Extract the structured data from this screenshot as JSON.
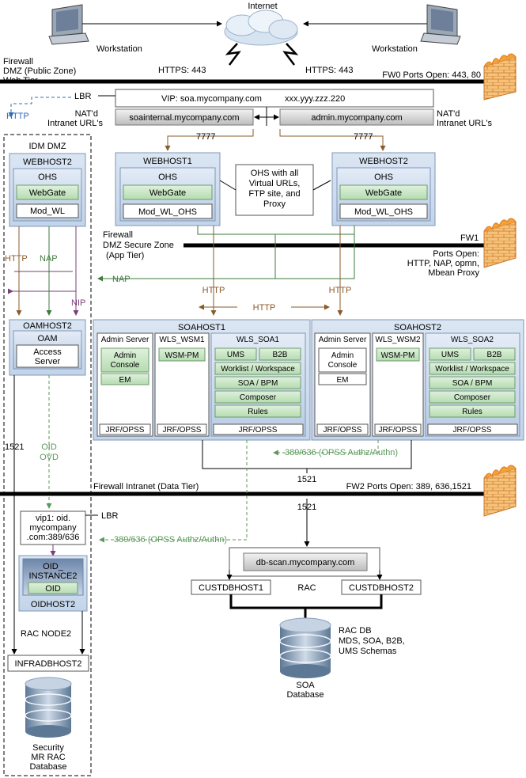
{
  "internet": "Internet",
  "workstation_left": "Workstation",
  "workstation_right": "Workstation",
  "firewall_dmz": [
    "Firewall",
    "DMZ (Public Zone)",
    "Web Tier"
  ],
  "https_left": "HTTPS: 443",
  "https_right": "HTTPS: 443",
  "fw0": "FW0 Ports Open: 443, 80",
  "lbr_top": "LBR",
  "vip_top": "VIP: soa.mycompany.com",
  "vip_ip": "xxx.yyy.zzz.220",
  "http_dashed": "HTTP",
  "natd_left": [
    "NAT'd",
    "Intranet URL's"
  ],
  "soainternal": "soainternal.mycompany.com",
  "admin_url": "admin.mycompany.com",
  "natd_right": [
    "NAT'd",
    "Intranet URL's"
  ],
  "port_7777_left": "7777",
  "port_7777_right": "7777",
  "idm_dmz": "IDM DMZ",
  "idm_webhost": {
    "title": "WEBHOST2",
    "ohs": "OHS",
    "webgate": "WebGate",
    "mod": "Mod_WL"
  },
  "webhost1": {
    "title": "WEBHOST1",
    "ohs": "OHS",
    "webgate": "WebGate",
    "mod": "Mod_WL_OHS"
  },
  "webhost2": {
    "title": "WEBHOST2",
    "ohs": "OHS",
    "webgate": "WebGate",
    "mod": "Mod_WL_OHS"
  },
  "ohs_note": [
    "OHS with all",
    "Virtual URLs,",
    "FTP site, and",
    "Proxy"
  ],
  "firewall_app": [
    "Firewall",
    "DMZ Secure Zone",
    "(App Tier)"
  ],
  "fw1": "FW1",
  "fw1_ports": [
    "Ports Open:",
    "HTTP, NAP, opmn,",
    "Mbean Proxy"
  ],
  "http_label": "HTTP",
  "nap_label": "NAP",
  "nap_arrow": "NAP",
  "nip_label": "NIP",
  "http_soa1": "HTTP",
  "http_soa2": "HTTP",
  "http_mid": "HTTP",
  "oamhost": {
    "oam": "OAM",
    "access": [
      "Access",
      "Server"
    ],
    "title": "OAMHOST2"
  },
  "soahost1": {
    "title": "SOAHOST1",
    "admin": {
      "title": "Admin Server",
      "console": [
        "Admin",
        "Console"
      ],
      "em": "EM",
      "jrf": "JRF/OPSS"
    },
    "wsm": {
      "title": "WLS_WSM1",
      "pm": "WSM-PM",
      "jrf": "JRF/OPSS"
    },
    "soa": {
      "title": "WLS_SOA1",
      "ums": "UMS",
      "b2b": "B2B",
      "worklist": "Worklist / Workspace",
      "soabpm": "SOA / BPM",
      "composer": "Composer",
      "rules": "Rules",
      "jrf": "JRF/OPSS"
    }
  },
  "soahost2": {
    "title": "SOAHOST2",
    "admin": {
      "title": "Admin Server",
      "console": [
        "Admin",
        "Console"
      ],
      "em": "EM",
      "jrf": "JRF/OPSS"
    },
    "wsm": {
      "title": "WLS_WSM2",
      "pm": "WSM-PM",
      "jrf": "JRF/OPSS"
    },
    "soa": {
      "title": "WLS_SOA2",
      "ums": "UMS",
      "b2b": "B2B",
      "worklist": "Worklist / Workspace",
      "soabpm": "SOA / BPM",
      "composer": "Composer",
      "rules": "Rules",
      "jrf": "JRF/OPSS"
    }
  },
  "port_1521_left": "1521",
  "oid_ovd": [
    "OID",
    "OVD"
  ],
  "opss_upper": "389/636 (OPSS Authz/Authn)",
  "opss_lower": "389/636 (OPSS Authz/Authn)",
  "port_1521_mid": "1521",
  "port_1521_low": "1521",
  "firewall_intranet": "Firewall Intranet (Data Tier)",
  "fw2": "FW2 Ports Open: 389, 636,1521",
  "vip_oid": [
    "vip1: oid.",
    "mycompany",
    ".com:389/636"
  ],
  "lbr_low": "LBR",
  "oid_instance": [
    "OID_",
    "INSTANCE2"
  ],
  "oid": "OID",
  "oidhost": "OIDHOST2",
  "rac_node": "RAC NODE2",
  "infradbhost": "INFRADBHOST2",
  "security_db": [
    "Security",
    "MR RAC",
    "Database"
  ],
  "db_scan": "db-scan.mycompany.com",
  "custdbhost1": "CUSTDBHOST1",
  "rac": "RAC",
  "custdbhost2": "CUSTDBHOST2",
  "rac_db": [
    "RAC DB",
    "MDS, SOA, B2B,",
    "UMS Schemas"
  ],
  "soa_db": [
    "SOA",
    "Database"
  ],
  "colors": {
    "host_blue": "#c9d8ec",
    "component_green": "#c7e6c3",
    "firewall_orange": "#f4a236",
    "dmz_border": "#000000"
  },
  "icons": [
    "cloud-icon",
    "workstation-icon",
    "firewall-icon",
    "database-icon",
    "lightning-icon"
  ]
}
